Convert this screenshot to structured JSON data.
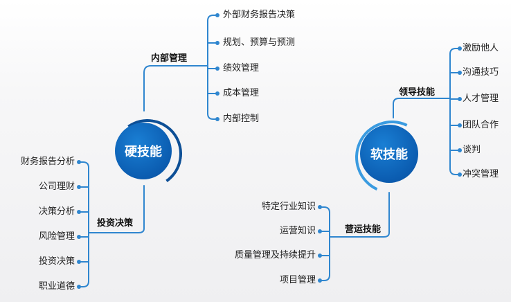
{
  "colors": {
    "line": "#2f86cf",
    "hub": "#0b5cb0",
    "ring_dark": "#0d4f96",
    "ring_light": "#3a9be0"
  },
  "hard_skills": {
    "title": "硬技能",
    "internal_mgmt": {
      "label": "内部管理",
      "items": [
        "外部财务报告决策",
        "规划、预算与预测",
        "绩效管理",
        "成本管理",
        "内部控制"
      ]
    },
    "investment": {
      "label": "投资决策",
      "items": [
        "财务报告分析",
        "公司理财",
        "决策分析",
        "风险管理",
        "投资决策",
        "职业道德"
      ]
    }
  },
  "soft_skills": {
    "title": "软技能",
    "leadership": {
      "label": "领导技能",
      "items": [
        "激励他人",
        "沟通技巧",
        "人才管理",
        "团队合作",
        "谈判",
        "冲突管理"
      ]
    },
    "operations": {
      "label": "营运技能",
      "items": [
        "特定行业知识",
        "运营知识",
        "质量管理及持续提升",
        "项目管理"
      ]
    }
  }
}
